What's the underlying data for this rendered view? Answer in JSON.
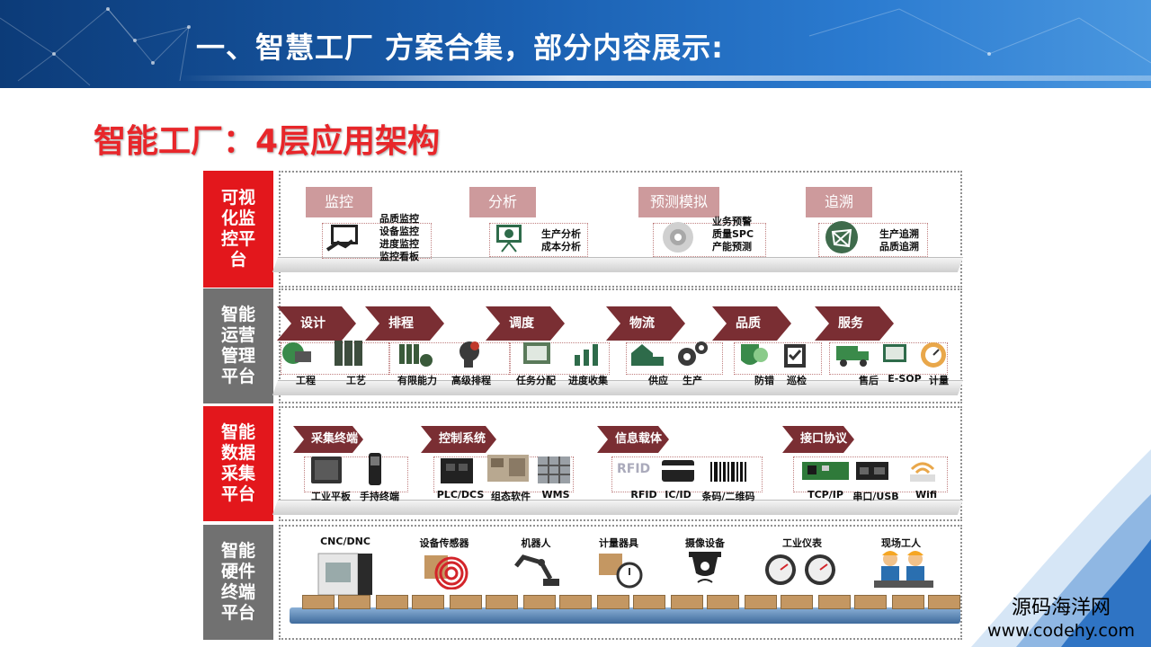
{
  "header": {
    "title": "一、智慧工厂 方案合集，部分内容展示:"
  },
  "subtitle": "智能工厂：4层应用架构",
  "watermark": {
    "line1": "源码海洋网",
    "line2": "www.codehy.com"
  },
  "colors": {
    "red": "#e3171c",
    "gray": "#717171",
    "arrow": "#7a2e33",
    "pink": "#cd9a9c",
    "header": "#1a5fb0"
  },
  "layers": {
    "visual": {
      "label": "可视化监控平台",
      "groups": [
        {
          "title": "监控",
          "icon": "monitor-hand-icon",
          "items": [
            "品质监控",
            "设备监控",
            "进度监控",
            "监控看板"
          ]
        },
        {
          "title": "分析",
          "icon": "presentation-board-icon",
          "items": [
            "生产分析",
            "成本分析"
          ]
        },
        {
          "title": "预测模拟",
          "icon": "brain-gear-icon",
          "items": [
            "业务预警",
            "质量SPC",
            "产能预测"
          ]
        },
        {
          "title": "追溯",
          "icon": "network-globe-icon",
          "items": [
            "生产追溯",
            "品质追溯"
          ]
        }
      ]
    },
    "operation": {
      "label": "智能运营管理平台",
      "steps": [
        "设计",
        "排程",
        "调度",
        "物流",
        "品质",
        "服务"
      ],
      "items": [
        "工程",
        "工艺",
        "有限能力",
        "高级排程",
        "任务分配",
        "进度收集",
        "供应",
        "生产",
        "防错",
        "巡检",
        "售后",
        "E-SOP",
        "计量"
      ]
    },
    "data": {
      "label": "智能数据采集平台",
      "groups": [
        {
          "title": "采集终端",
          "items": [
            "工业平板",
            "手持终端"
          ]
        },
        {
          "title": "控制系统",
          "items": [
            "PLC/DCS",
            "组态软件",
            "WMS"
          ]
        },
        {
          "title": "信息载体",
          "items": [
            "RFID",
            "IC/ID",
            "条码/二维码"
          ]
        },
        {
          "title": "接口协议",
          "items": [
            "TCP/IP",
            "串口/USB",
            "Wifi"
          ]
        }
      ],
      "rfid_text": "RFID"
    },
    "hardware": {
      "label": "智能硬件终端平台",
      "items": [
        "CNC/DNC",
        "设备传感器",
        "机器人",
        "计量器具",
        "摄像设备",
        "工业仪表",
        "现场工人"
      ]
    }
  }
}
